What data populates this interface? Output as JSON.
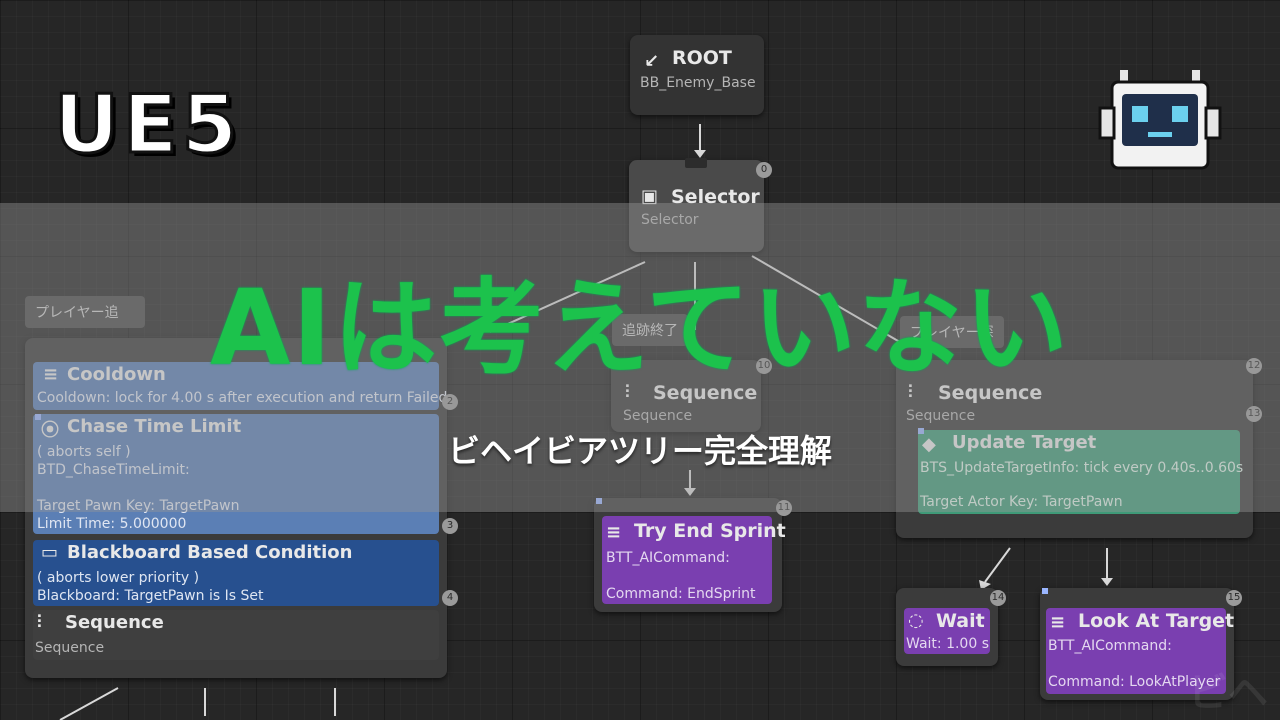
{
  "brand": "UE5",
  "headline": "AIは考えていない",
  "subheadline": "ビヘイビアツリー完全理解",
  "watermark": "ビヘ",
  "colors": {
    "headline": "#1cc24c",
    "decorator": "#5b7fb5",
    "decorator_dark": "#27508f",
    "task": "#7a3fb0",
    "service": "#3f9a78"
  },
  "root": {
    "title": "ROOT",
    "blackboard": "BB_Enemy_Base"
  },
  "selector": {
    "title": "Selector",
    "subtitle": "Selector",
    "index": "0"
  },
  "comments": {
    "left": "プレイヤー追",
    "middle": "追跡終了",
    "right": "プレイヤー探"
  },
  "left_branch": {
    "cooldown": {
      "title": "Cooldown",
      "desc": "Cooldown: lock for 4.00 s after execution and return Failed",
      "index": "2"
    },
    "chase_time_limit": {
      "title": "Chase Time Limit",
      "line1": "( aborts self )",
      "line2": "BTD_ChaseTimeLimit:",
      "line3": "Target Pawn Key: TargetPawn",
      "line4": "Limit Time: 5.000000",
      "index": "3"
    },
    "blackboard_condition": {
      "title": "Blackboard Based Condition",
      "line1": "( aborts lower priority )",
      "line2": "Blackboard: TargetPawn is Is Set",
      "index": "4"
    },
    "sequence": {
      "title": "Sequence",
      "subtitle": "Sequence"
    }
  },
  "middle_branch": {
    "sequence": {
      "title": "Sequence",
      "subtitle": "Sequence",
      "index": "10"
    },
    "task": {
      "title": "Try End Sprint",
      "line1": "BTT_AICommand:",
      "line2": "Command: EndSprint",
      "index": "11"
    }
  },
  "right_branch": {
    "sequence": {
      "title": "Sequence",
      "subtitle": "Sequence",
      "index": "12"
    },
    "service": {
      "title": "Update Target",
      "line1": "BTS_UpdateTargetInfo: tick every 0.40s..0.60s",
      "line2": "Target Actor Key: TargetPawn",
      "index": "13"
    },
    "wait": {
      "title": "Wait",
      "line1": "Wait: 1.00 s",
      "index": "14"
    },
    "look_at": {
      "title": "Look At Target",
      "line1": "BTT_AICommand:",
      "line2": "Command: LookAtPlayer",
      "index": "15"
    }
  }
}
